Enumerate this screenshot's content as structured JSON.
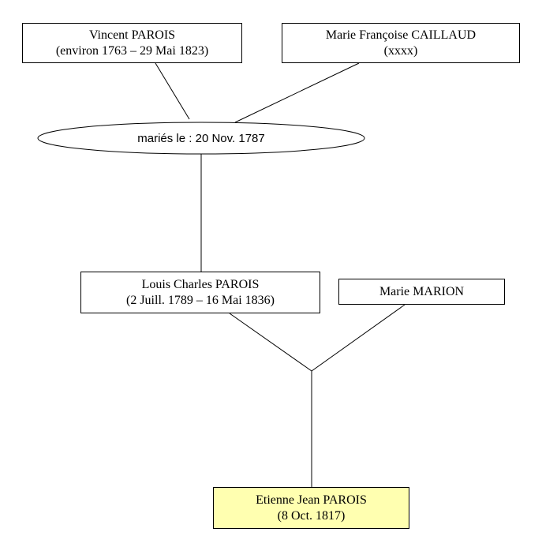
{
  "persons": {
    "vincent": {
      "name": "Vincent PAROIS",
      "dates": "(environ 1763 – 29 Mai 1823)"
    },
    "marie_francoise": {
      "name": "Marie Françoise CAILLAUD",
      "dates": "(xxxx)"
    },
    "louis": {
      "name": "Louis Charles PAROIS",
      "dates": "(2 Juill. 1789 – 16 Mai 1836)"
    },
    "marie_marion": {
      "name": "Marie MARION"
    },
    "etienne": {
      "name": "Etienne Jean PAROIS",
      "dates": "(8 Oct. 1817)"
    }
  },
  "marriage": {
    "label": "mariés le : 20 Nov. 1787"
  },
  "colors": {
    "highlight_fill": "#ffffb0",
    "line": "#000000",
    "box_border": "#000000"
  }
}
